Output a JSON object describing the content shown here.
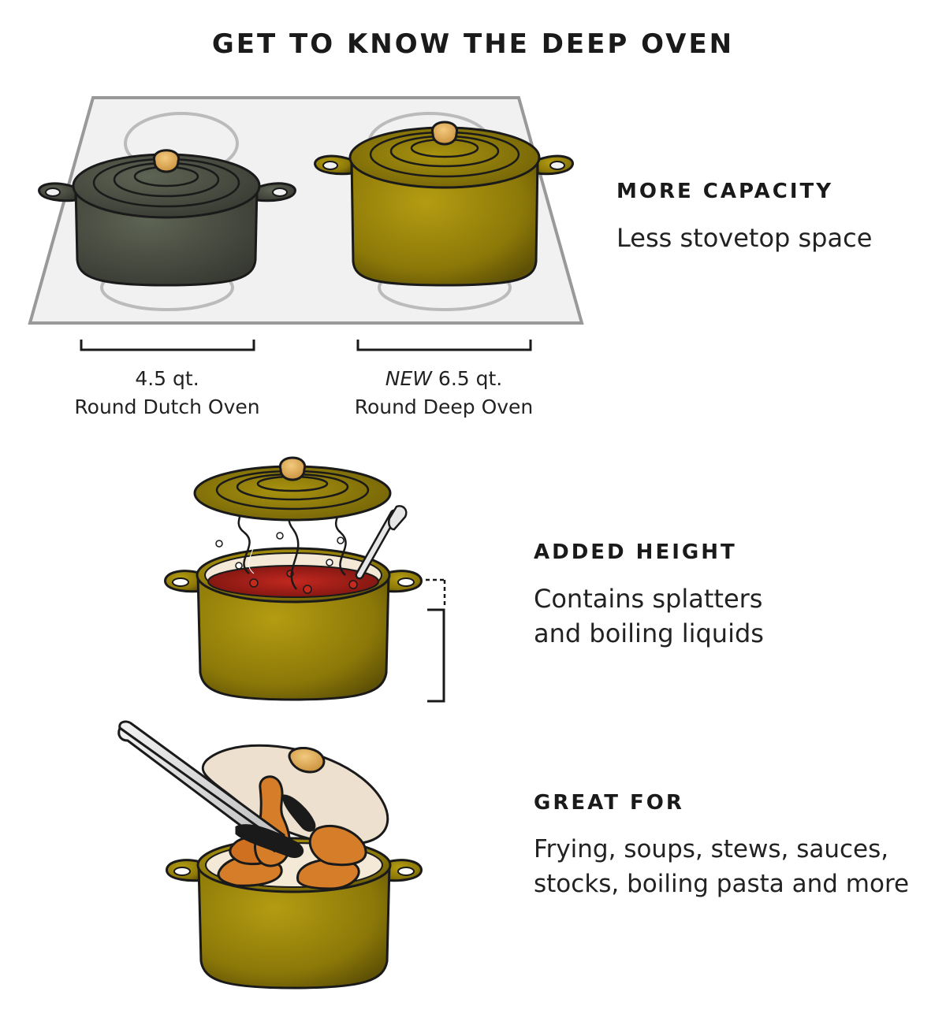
{
  "title": "GET TO KNOW THE DEEP OVEN",
  "sections": [
    {
      "heading": "MORE CAPACITY",
      "lines": [
        "Less stovetop space"
      ]
    },
    {
      "heading": "ADDED HEIGHT",
      "lines": [
        "Contains splatters",
        "and boiling liquids"
      ]
    },
    {
      "heading": "GREAT FOR",
      "lines": [
        "Frying, soups, stews, sauces,",
        "stocks, boiling pasta and more"
      ]
    }
  ],
  "captions": {
    "left": {
      "line1": "4.5 qt.",
      "line2": "Round Dutch Oven"
    },
    "right": {
      "prefix": "NEW",
      "line1": "6.5 qt.",
      "line2": "Round Deep Oven"
    }
  },
  "colors": {
    "olive": "#9a8410",
    "olive_dark": "#5e5106",
    "charcoal": "#4a4c44",
    "knob": "#e0b062",
    "sauce": "#a8201c",
    "chicken": "#d57d28",
    "outline": "#1a1a1a"
  }
}
